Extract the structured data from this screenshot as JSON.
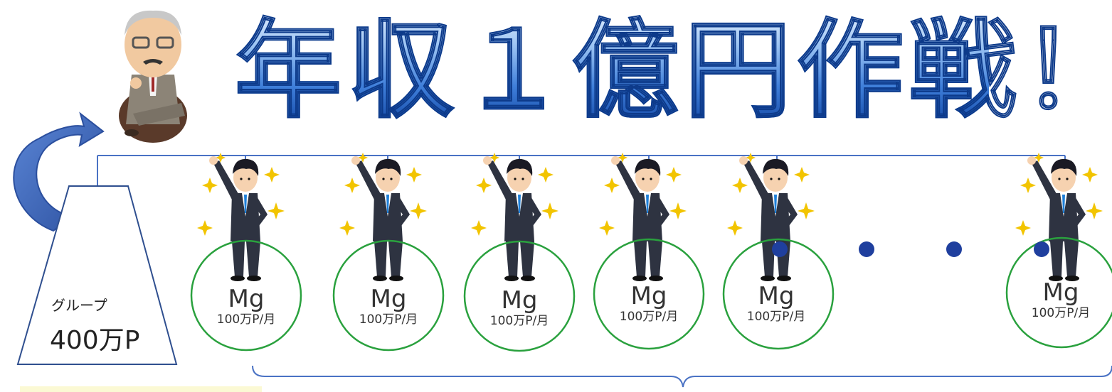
{
  "title": "年収１億円作戦！",
  "group": {
    "label": "グループ",
    "value": "400万P"
  },
  "managers": [
    {
      "name": "Mg",
      "rate": "100万P/月"
    },
    {
      "name": "Mg",
      "rate": "100万P/月"
    },
    {
      "name": "Mg",
      "rate": "100万P/月"
    },
    {
      "name": "Mg",
      "rate": "100万P/月"
    },
    {
      "name": "Mg",
      "rate": "100万P/月"
    },
    {
      "name": "Mg",
      "rate": "100万P/月"
    }
  ],
  "icons": {
    "founder": "elderly-businessman-icon",
    "manager": "pointing-businessman-icon",
    "arrow": "curved-arrow-icon",
    "continuation": "ellipsis-dots-icon"
  },
  "colors": {
    "title_gradient_top": "#e9f3ff",
    "title_gradient_bottom": "#0b3d9a",
    "connector": "#4a72c4",
    "manager_circle": "#2aa13e",
    "arrow": "#3b62b8",
    "dot": "#1f3f9e",
    "note_box": "#fbf9d4"
  }
}
